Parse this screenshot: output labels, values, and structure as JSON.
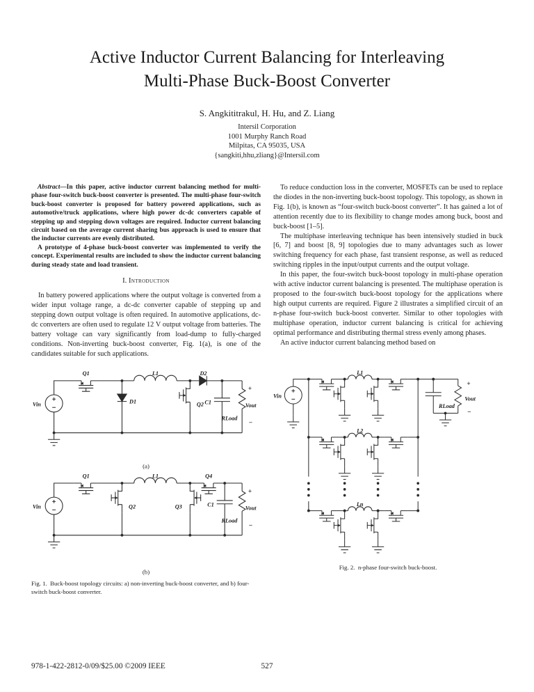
{
  "header": {
    "title_line1": "Active Inductor Current Balancing for Interleaving",
    "title_line2": "Multi-Phase Buck-Boost Converter",
    "authors": "S. Angkititrakul, H. Hu, and Z. Liang",
    "affiliation": [
      "Intersil Corporation",
      "1001 Murphy Ranch Road",
      "Milpitas, CA 95035, USA",
      "{sangkiti,hhu,zliang}@Intersil.com"
    ]
  },
  "abstract": {
    "lead": "Abstract",
    "p1": "—In this paper, active inductor current balancing method for multi-phase four-switch buck-boost converter is presented. The multi-phase four-switch buck-boost converter is proposed for battery powered applications, such as automotive/truck applications, where high power dc-dc converters capable of stepping up and stepping down voltages are required. Inductor current balancing circuit based on the average current sharing bus approach is used to ensure that the inductor currents are evenly distributed.",
    "p2": "A prototype of 4-phase buck-boost converter was implemented to verify the concept. Experimental results are included to show the inductor current balancing during steady state and load transient."
  },
  "intro": {
    "heading_number": "I.",
    "heading_text": "Introduction",
    "p1": "In battery powered applications where the output voltage is converted from a wider input voltage range, a dc-dc converter capable of stepping up and stepping down output voltage is often required. In automotive applications, dc-dc converters are often used to regulate 12 V output voltage from batteries. The battery voltage can vary significantly from load-dump to fully-charged conditions. Non-inverting buck-boost converter, Fig. 1(a), is one of the candidates suitable for such applications."
  },
  "body_right": {
    "p1": "To reduce conduction loss in the converter, MOSFETs can be used to replace the diodes in the non-inverting buck-boost topology. This topology, as shown in Fig. 1(b), is known as “four-switch buck-boost converter”. It has gained a lot of attention recently due to its flexibility to change modes among buck, boost and buck-boost [1–5].",
    "p2": "The multiphase interleaving technique has been intensively studied in buck [6, 7] and boost [8, 9] topologies due to many advantages such as lower switching frequency for each phase, fast transient response, as well as reduced switching ripples in the input/output currents and the output voltage.",
    "p3": "In this paper, the four-switch buck-boost topology in multi-phase operation with active inductor current balancing is presented. The multiphase operation is proposed to the four-switch buck-boost topology for the applications where high output currents are required. Figure 2 illustrates a simplified circuit of an n-phase four-switch buck-boost converter. Similar to other topologies with multiphase operation, inductor current balancing is critical for achieving optimal performance and distributing thermal stress evenly among phases.",
    "p4": "An active inductor current balancing method based on"
  },
  "fig1": {
    "caption": "Fig. 1.  Buck-boost topology circuits: a) non-inverting buck-boost converter, and b) four-switch buck-boost converter.",
    "sub_a": "(a)",
    "sub_b": "(b)",
    "a": {
      "vin": "Vin",
      "q1": "Q1",
      "l1": "L1",
      "d2": "D2",
      "d1": "D1",
      "q2": "Q2",
      "c1": "C1",
      "rload": "RLoad",
      "vout": "Vout",
      "plus": "+",
      "minus": "−"
    },
    "b": {
      "vin": "Vin",
      "q1": "Q1",
      "l1": "L1",
      "q4": "Q4",
      "q2": "Q2",
      "q3": "Q3",
      "c1": "C1",
      "rload": "RLoad",
      "vout": "Vout",
      "plus": "+",
      "minus": "−"
    }
  },
  "fig2": {
    "caption": "Fig. 2.  n-phase four-switch buck-boost.",
    "labels": {
      "vin": "Vin",
      "l1": "L1",
      "l2": "L2",
      "ln": "Ln",
      "rload": "RLoad",
      "vout": "Vout",
      "plus": "+",
      "minus": "−"
    }
  },
  "footer": {
    "copyright": "978-1-422-2812-0/09/$25.00 ©2009 IEEE",
    "page": "527"
  }
}
